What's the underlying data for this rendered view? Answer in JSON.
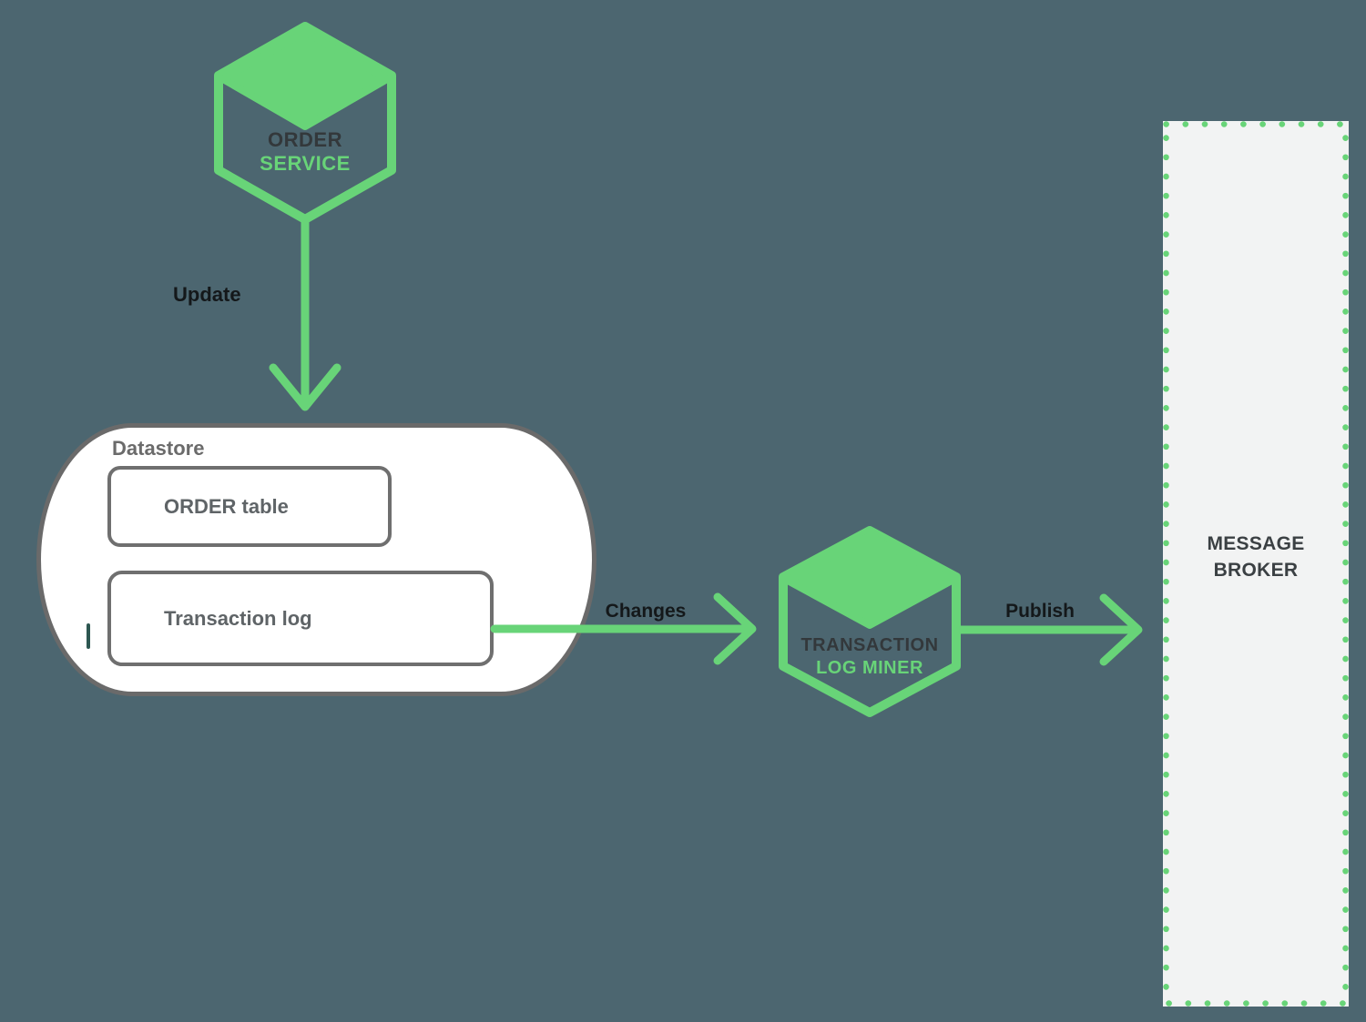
{
  "diagram": {
    "type": "architecture-flow",
    "description_colors": {
      "background": "#4c6670",
      "accent_green": "#68d478",
      "node_dark_text": "#33383b",
      "edge_label_text": "#14181a",
      "container_border_gray": "#6a6a6a",
      "container_text_gray": "#5f6467",
      "broker_background": "#f2f3f3",
      "broker_text": "#3b4043"
    }
  },
  "nodes": {
    "order_service": {
      "line1": "ORDER",
      "line2": "SERVICE"
    },
    "datastore": {
      "title": "Datastore",
      "order_table_label": "ORDER table",
      "transaction_log_label": "Transaction log"
    },
    "transaction_log_miner": {
      "line1": "TRANSACTION",
      "line2": "LOG MINER"
    },
    "message_broker": {
      "line1": "MESSAGE",
      "line2": "BROKER"
    }
  },
  "edges": {
    "update_label": "Update",
    "changes_label": "Changes",
    "publish_label": "Publish"
  }
}
